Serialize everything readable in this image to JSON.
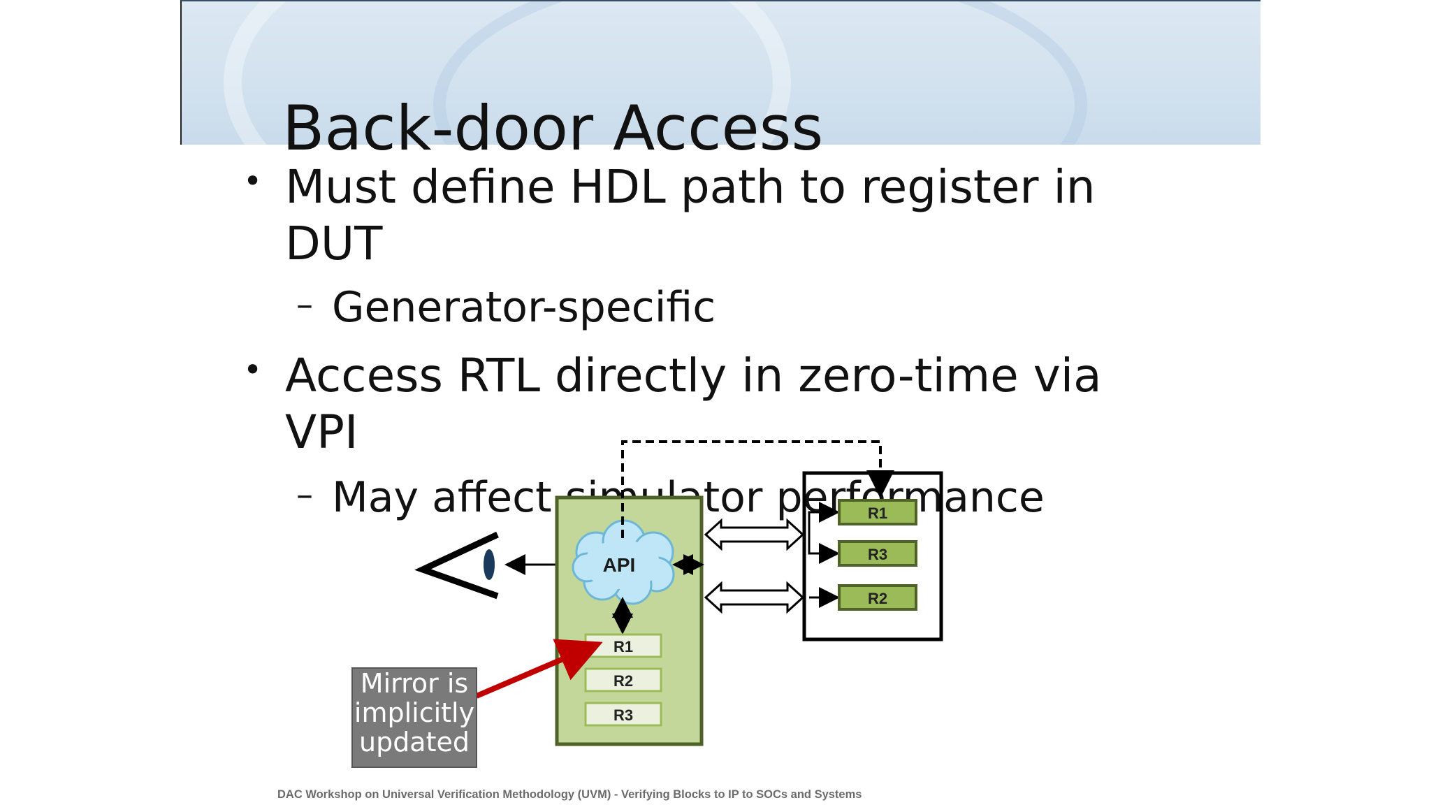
{
  "slide": {
    "title": "Back-door Access",
    "bullets": [
      {
        "text_line1": "Must define HDL path to register in",
        "text_line2": "DUT",
        "sub": "Generator-specific"
      },
      {
        "text_line1": "Access RTL directly in zero-time via",
        "text_line2": "VPI",
        "sub": "May affect simulator performance"
      }
    ],
    "footer": "DAC Workshop on Universal Verification Methodology (UVM) - Verifying Blocks to IP to SOCs and Systems"
  },
  "diagram": {
    "api_label": "API",
    "mirror_registers": [
      "R1",
      "R2",
      "R3"
    ],
    "dut_registers": [
      "R1",
      "R3",
      "R2"
    ],
    "mirror_note": "Mirror is implicitly updated",
    "colors": {
      "block_fill": "#c4d79b",
      "block_border": "#4f6228",
      "reg_fill": "#9bbb59",
      "arrow_red": "#c00000",
      "cloud": "#bfe6f7"
    }
  }
}
